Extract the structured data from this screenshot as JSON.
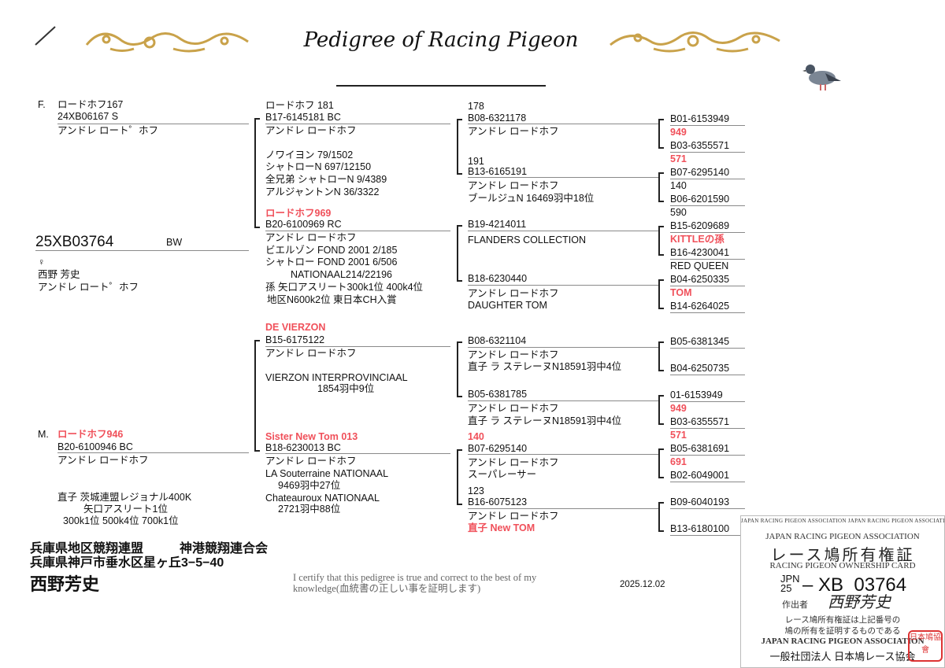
{
  "header": {
    "title": "Pedigree of Racing Pigeon"
  },
  "sire": {
    "label": "F.",
    "name": "ロードホフ167",
    "ring": "24XB06167  S",
    "breeder": "アンドレ  ロート゜ホフ"
  },
  "subject": {
    "ring": "25XB03764",
    "color": "BW",
    "sex": "♀",
    "owner": "西野 芳史",
    "breeder": "アンドレ  ロート゜ホフ"
  },
  "dam": {
    "label": "M.",
    "name": "ロードホフ946",
    "ring": "B20-6100946  BC",
    "breeder": "アンドレ ロードホフ",
    "notes": [
      "直子  茨城連盟レジョナル400K",
      "矢口アスリート1位",
      "300k1位  500k4位  700k1位"
    ]
  },
  "gen2": {
    "ss": {
      "name": "ロードホフ 181",
      "ring": "B17-6145181 BC",
      "breeder": "アンドレ ロードホフ",
      "notes": [
        "ノワイヨン  79/1502",
        "シャトローN 697/12150",
        "全兄弟 シャトローN  9/4389",
        "アルジャントンN  36/3322"
      ]
    },
    "sd": {
      "name": "ロードホフ969",
      "ring": "B20-6100969 RC",
      "breeder": "アンドレ ロードホフ",
      "notes": [
        "ビエルゾン FOND 2001  2/185",
        "シャトロー FOND 2001  6/506",
        "NATIONAAL214/22196",
        "孫 矢口アスリート300k1位 400k4位",
        "地区N600k2位 東日本CH入賞"
      ]
    },
    "ds": {
      "name": "DE VIERZON",
      "ring": "B15-6175122",
      "breeder": "アンドレ ロードホフ",
      "notes": [
        "VIERZON INTERPROVINCIAAL",
        "1854羽中9位"
      ]
    },
    "dd": {
      "name": "Sister  New  Tom  013",
      "ring": "B18-6230013  BC",
      "breeder": "アンドレ ロードホフ",
      "notes": [
        "LA  Souterraine  NATIONAAL",
        "9469羽中27位",
        "Chateauroux  NATIONAAL",
        "2721羽中88位"
      ]
    }
  },
  "gen3": [
    {
      "pre": "178",
      "ring": "B08-6321178",
      "lines": [
        "アンドレ  ロードホフ"
      ]
    },
    {
      "pre": "191",
      "ring": "B13-6165191",
      "lines": [
        "アンドレ  ロードホフ",
        "ブールジュN 16469羽中18位"
      ]
    },
    {
      "ring": "B19-4214011",
      "lines": [
        "FLANDERS  COLLECTION"
      ]
    },
    {
      "ring": "B18-6230440",
      "lines": [
        "アンドレ  ロードホフ",
        "DAUGHTER  TOM"
      ]
    },
    {
      "ring": "B08-6321104",
      "lines": [
        "アンドレ ロードホフ",
        "直子 ラ ステレーヌN18591羽中4位"
      ]
    },
    {
      "ring": "B05-6381785",
      "lines": [
        "アンドレ ロードホフ",
        "直子 ラ ステレーヌN18591羽中4位"
      ]
    },
    {
      "pre": "140",
      "ring": "B07-6295140",
      "lines": [
        "アンドレ  ロードホフ",
        "スーパレーサー"
      ]
    },
    {
      "pre": "123",
      "ring": "B16-6075123",
      "lines": [
        "アンドレ ロードホフ"
      ],
      "red_line": "直子  New  TOM"
    }
  ],
  "gen4": [
    {
      "ring": "B01-6153949",
      "note": "949"
    },
    {
      "ring": "B03-6355571",
      "note": "571"
    },
    {
      "ring": "B07-6295140",
      "note": "140"
    },
    {
      "ring": "B06-6201590",
      "note": "590"
    },
    {
      "ring": "B15-6209689",
      "note": "KITTLEの孫"
    },
    {
      "ring": "B16-4230041",
      "note": "RED QUEEN"
    },
    {
      "ring": "B04-6250335",
      "note": "TOM"
    },
    {
      "ring": "B14-6264025"
    },
    {
      "ring": "B05-6381345"
    },
    {
      "ring": "B04-6250735"
    },
    {
      "ring": "01-6153949",
      "note": "949"
    },
    {
      "ring": "B03-6355571",
      "note": "571"
    },
    {
      "ring": "B05-6381691",
      "note": "691"
    },
    {
      "ring": "B02-6049001"
    },
    {
      "ring": "B09-6040193"
    },
    {
      "ring": "B13-6180100"
    }
  ],
  "footer": {
    "federation": "兵庫県地区競翔連盟",
    "club": "神港競翔連合会",
    "address": "兵庫県神戸市垂水区星ヶ丘3−5−40",
    "owner": "西野芳史",
    "certify_1": "I certify that this pedigree is true and correct to the best of my",
    "certify_2": "knowledge(血統書の正しい事を証明します)",
    "date": "2025.12.02"
  },
  "card": {
    "border_top": "JAPAN RACING PIGEON ASSOCIATION JAPAN RACING PIGEON ASSOCIATION",
    "assoc_en": "JAPAN RACING PIGEON ASSOCIATION",
    "title_jp": "レース鳩所有権証",
    "title_en": "RACING PIGEON OWNERSHIP CARD",
    "country": "JPN",
    "year": "25",
    "ring_letters": "XB",
    "ring_number": "03764",
    "issuer_label": "作出者",
    "signature": "西野芳史",
    "statement_1": "レース鳩所有権証は上記番号の",
    "statement_2": "鳩の所有を証明するものである",
    "assoc_en_2": "JAPAN RACING PIGEON ASSOCIATION",
    "assoc_jp": "一般社団法人 日本鳩レース協会",
    "seal": "日本鳩協會"
  },
  "colors": {
    "accent_red": "#f0505a",
    "ornament_gold": "#c9a24a"
  }
}
